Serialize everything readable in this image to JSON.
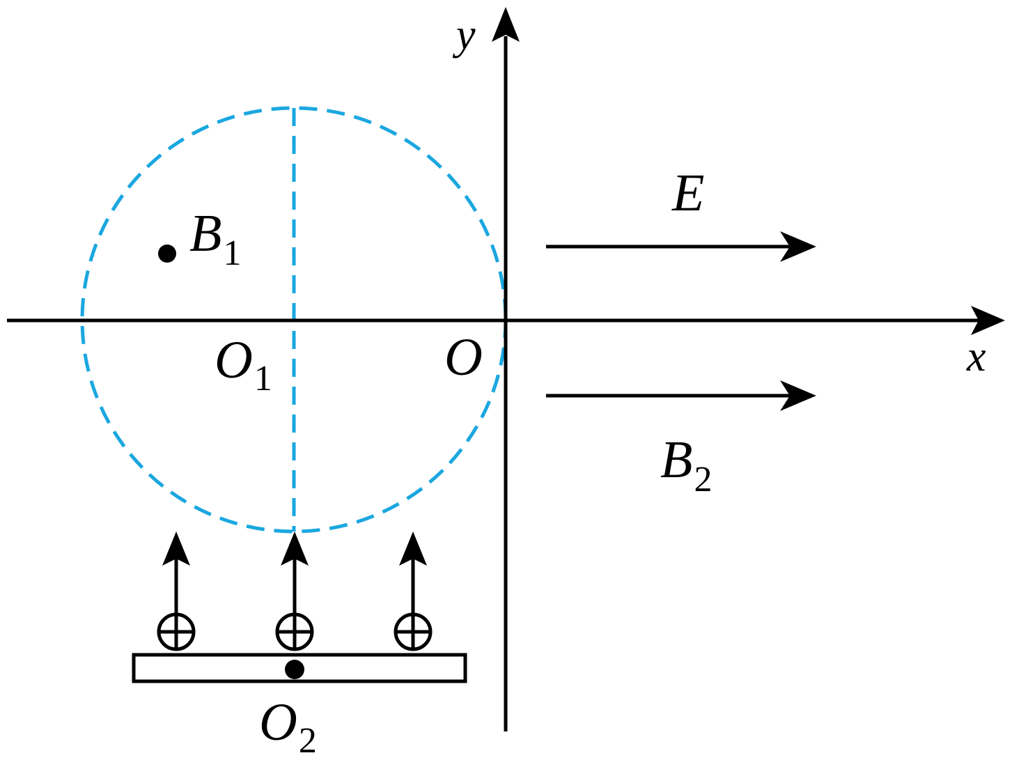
{
  "labels": {
    "y_axis": "y",
    "x_axis": "x",
    "origin": "O",
    "o1_main": "O",
    "o1_sub": "1",
    "o2_main": "O",
    "o2_sub": "2",
    "b1_main": "B",
    "b1_sub": "1",
    "b2_main": "B",
    "b2_sub": "2",
    "e_field": "E"
  },
  "colors": {
    "ink": "#000000",
    "circle": "#1aa7e0"
  },
  "icons": {
    "dot_field": "dot-out-of-page-icon",
    "positive_charge": "circled-plus-icon"
  }
}
